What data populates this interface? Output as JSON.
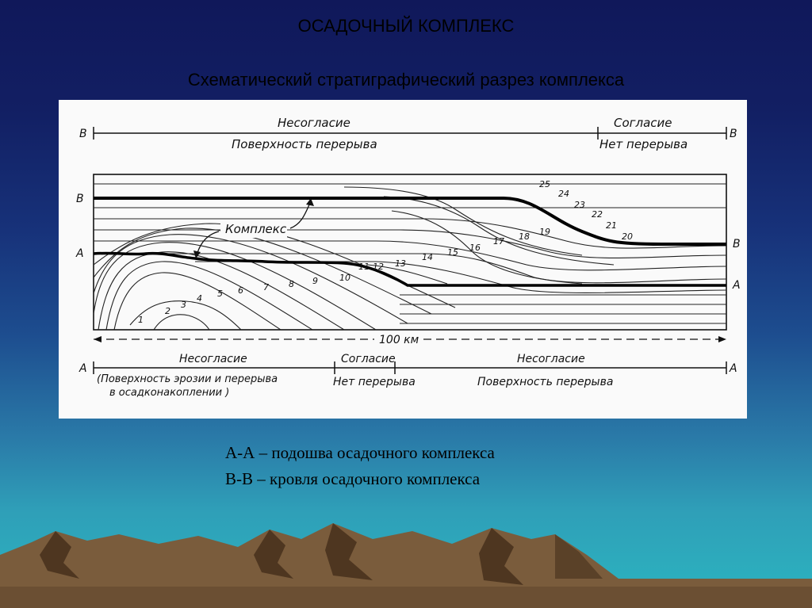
{
  "slide": {
    "title": "ОСАДОЧНЫЙ КОМПЛЕКС",
    "subtitle": "Схематический стратиграфический разрез комплекса"
  },
  "diagram": {
    "top_row": {
      "left_end": "В",
      "right_end": "В",
      "left_label_1": "Несогласие",
      "left_label_2": "Поверхность перерыва",
      "right_label_1": "Согласие",
      "right_label_2": "Нет перерыва"
    },
    "section": {
      "marker_B_left": "В",
      "marker_B_right": "В",
      "marker_A_left": "А",
      "marker_A_right": "А",
      "complex_label": "Комплекс",
      "layer_numbers": [
        "1",
        "2",
        "3",
        "4",
        "5",
        "6",
        "7",
        "8",
        "9",
        "10",
        "11",
        "12",
        "13",
        "14",
        "15",
        "16",
        "17",
        "18",
        "19",
        "20",
        "21",
        "22",
        "23",
        "24",
        "25"
      ],
      "scale_label": "100 км"
    },
    "bottom_row": {
      "left_end": "А",
      "right_end": "А",
      "left_label_1": "Несогласие",
      "left_label_2": "(Поверхность эрозии и перерыва",
      "left_label_3": "в осадконакоплении )",
      "mid_label_1": "Согласие",
      "mid_label_2": "Нет перерыва",
      "right_label_1": "Несогласие",
      "right_label_2": "Поверхность перерыва"
    }
  },
  "captions": {
    "line1": "А-А – подошва осадочного комплекса",
    "line2": "В-В – кровля осадочного комплекса"
  }
}
